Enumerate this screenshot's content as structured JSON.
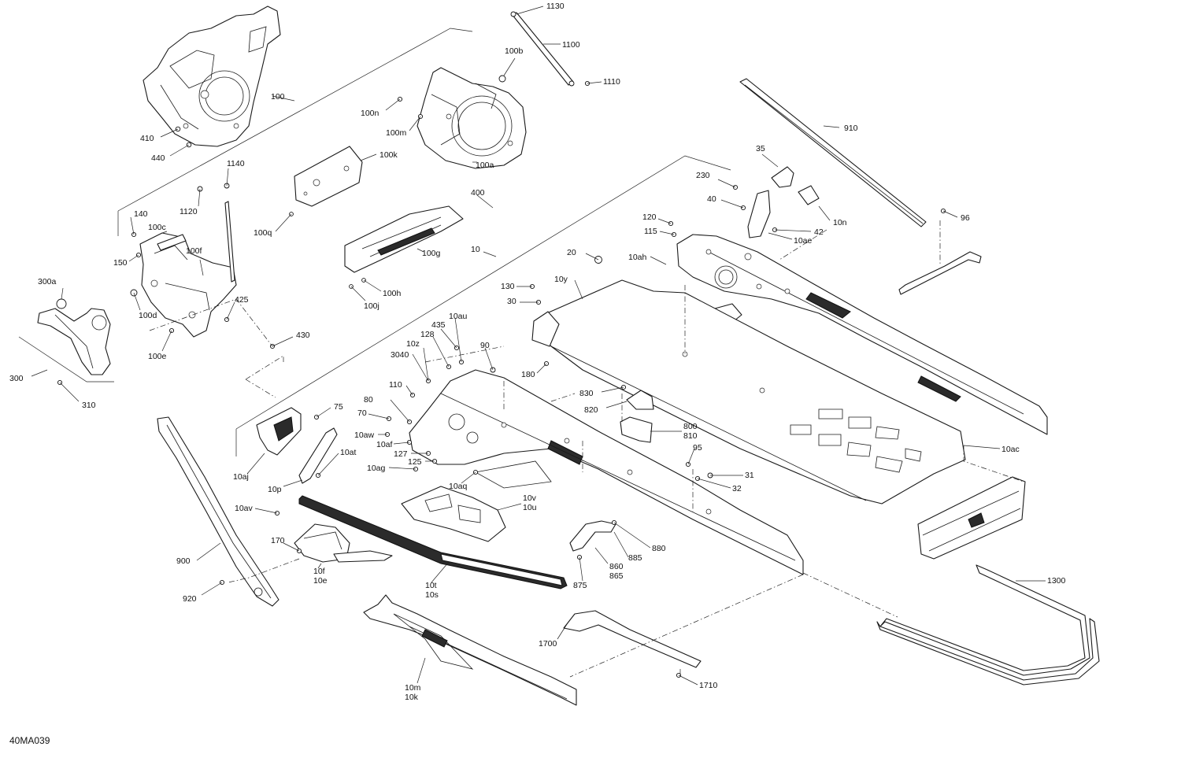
{
  "figure_code": "40MA039",
  "callouts": {
    "c1130": "1130",
    "c1100": "1100",
    "c100b": "100b",
    "c1110": "1110",
    "c100": "100",
    "c100n": "100n",
    "c100m": "100m",
    "c100a": "100a",
    "c410": "410",
    "c440": "440",
    "c910": "910",
    "c35": "35",
    "c100k": "100k",
    "c230": "230",
    "c1140": "1140",
    "c1120": "1120",
    "c400": "400",
    "c40": "40",
    "c10n": "10n",
    "c96": "96",
    "c140": "140",
    "c100c": "100c",
    "c100q": "100q",
    "c120": "120",
    "c42": "42",
    "c115": "115",
    "c10ae": "10ae",
    "c150": "150",
    "c100f": "100f",
    "c100g": "100g",
    "c10": "10",
    "c20": "20",
    "c10ah": "10ah",
    "c300a": "300a",
    "c100h": "100h",
    "c10y": "10y",
    "c130": "130",
    "c100d": "100d",
    "c425": "425",
    "c100j": "100j",
    "c30": "30",
    "c10au": "10au",
    "c435": "435",
    "c128": "128",
    "c430": "430",
    "c100e": "100e",
    "c10z": "10z",
    "c90": "90",
    "c3040": "3040",
    "c180": "180",
    "c300": "300",
    "c110": "110",
    "c310": "310",
    "c830": "830",
    "c80": "80",
    "c820": "820",
    "c75": "75",
    "c70": "70",
    "c10aw": "10aw",
    "c10af": "10af",
    "c800": "800",
    "c810": "810",
    "c127": "127",
    "c10at": "10at",
    "c125": "125",
    "c95": "95",
    "c10ac": "10ac",
    "c10ag": "10ag",
    "c10aj": "10aj",
    "c31": "31",
    "c10aq": "10aq",
    "c32": "32",
    "c10p": "10p",
    "c10av": "10av",
    "c10v": "10v",
    "c10u": "10u",
    "c170": "170",
    "c880": "880",
    "c900": "900",
    "c885": "885",
    "c10f": "10f",
    "c860": "860",
    "c10e": "10e",
    "c865": "865",
    "c875": "875",
    "c1300": "1300",
    "c10t": "10t",
    "c10s": "10s",
    "c920": "920",
    "c1700": "1700",
    "c1710": "1710",
    "c10m": "10m",
    "c10k": "10k"
  }
}
